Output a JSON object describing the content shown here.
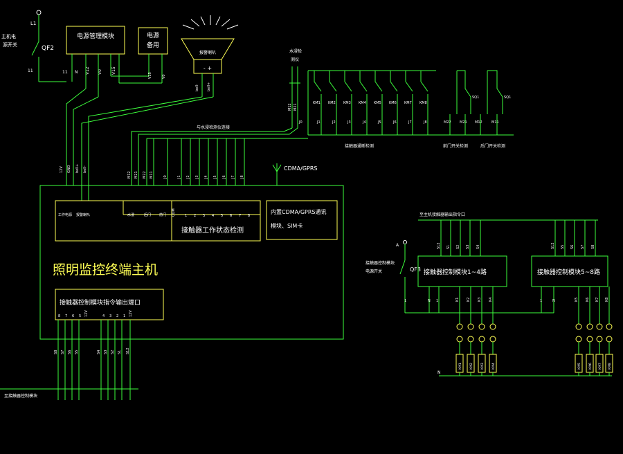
{
  "colors": {
    "wire": "#3dff3d",
    "box": "#ffff55",
    "text": "#ffffff",
    "background": "#000000"
  },
  "top": {
    "main_switch_label": [
      "主机电",
      "源开关"
    ],
    "qf2": "QF2",
    "l1": "L1",
    "n11": "11",
    "power_module": "电源管理模块",
    "power_module_terms": [
      "11",
      "N",
      "V12",
      "V0",
      "V15"
    ],
    "backup_power": [
      "电源",
      "备用"
    ],
    "backup_terms": [
      "V15",
      "V0"
    ],
    "alarm": "报警喇叭",
    "alarm_sign": "- +",
    "alarm_wires": [
      "bell-",
      "bell+"
    ],
    "water_detect": [
      "水浸检",
      "测仪"
    ],
    "water_wires": [
      "M12",
      "M21"
    ],
    "water_to_host": "与水浸检测仪连接",
    "km_labels": [
      "KM1",
      "KM2",
      "KM3",
      "KM4",
      "KM5",
      "KM6",
      "KM7",
      "KM8"
    ],
    "sq_labels": [
      "SQ1",
      "SQ1"
    ],
    "j_labels": [
      "J0",
      "J1",
      "J2",
      "J3",
      "J4",
      "J5",
      "J6",
      "J7",
      "J8"
    ],
    "m_labels": [
      "M22",
      "M21",
      "M12",
      "M11"
    ],
    "contactor_detect": "接触器通断检测",
    "front_door": "前门开关检测",
    "back_door": "后门开关检测"
  },
  "host": {
    "title": "照明监控终端主机",
    "left_wires": [
      "12V",
      "GND",
      "bell+",
      "bell-"
    ],
    "left_box_labels": [
      "工作电源",
      "报警喇叭"
    ],
    "mid_wires": [
      "M12",
      "M21",
      "M22",
      "M11"
    ],
    "mid_box_labels": [
      "水浸",
      "后门",
      "前门"
    ],
    "j_wires": [
      "J0",
      "J1",
      "J2",
      "J3",
      "J4",
      "J5",
      "J6",
      "J7",
      "J8"
    ],
    "detect_nums": [
      "COM",
      "1",
      "2",
      "3",
      "4",
      "5",
      "6",
      "7",
      "8"
    ],
    "detect_label": "接触器工作状态检测",
    "cdma": "CDMA/GPRS",
    "cdma_box": [
      "内置CDMA/GPRS通讯",
      "模块、SIM卡"
    ],
    "out_label": "接触器控制模块指令输出端口",
    "out_nums": [
      "8",
      "7",
      "6",
      "5",
      "12V",
      "4",
      "3",
      "2",
      "1",
      "12V"
    ],
    "out_wires": [
      "S8",
      "S7",
      "S6",
      "S5",
      "S4",
      "S3",
      "S2",
      "S1",
      "S12"
    ],
    "to_module": "至接触器控制模块"
  },
  "right": {
    "to_port": "至主机接触器输出指令口",
    "qf3": "QF3",
    "switch_label": [
      "接触器控制模块",
      "电源开关"
    ],
    "a": "A",
    "s_wires_1": [
      "S12",
      "S1",
      "S2",
      "S3",
      "S4"
    ],
    "s_wires_2": [
      "S12",
      "S5",
      "S6",
      "S7",
      "S8"
    ],
    "module_1": "接触器控制模块1~4路",
    "module_2": "接触器控制模块5~8路",
    "terms_1": [
      "1",
      "N",
      "1",
      "K1",
      "K2",
      "K3",
      "K4"
    ],
    "terms_2": [
      "1",
      "N",
      "K5",
      "K6",
      "K7",
      "K8"
    ],
    "km_1": [
      "KM1",
      "KM2",
      "KM3",
      "KM4"
    ],
    "km_2": [
      "KM5",
      "KM6",
      "KM7",
      "KM8"
    ],
    "n": "N"
  }
}
